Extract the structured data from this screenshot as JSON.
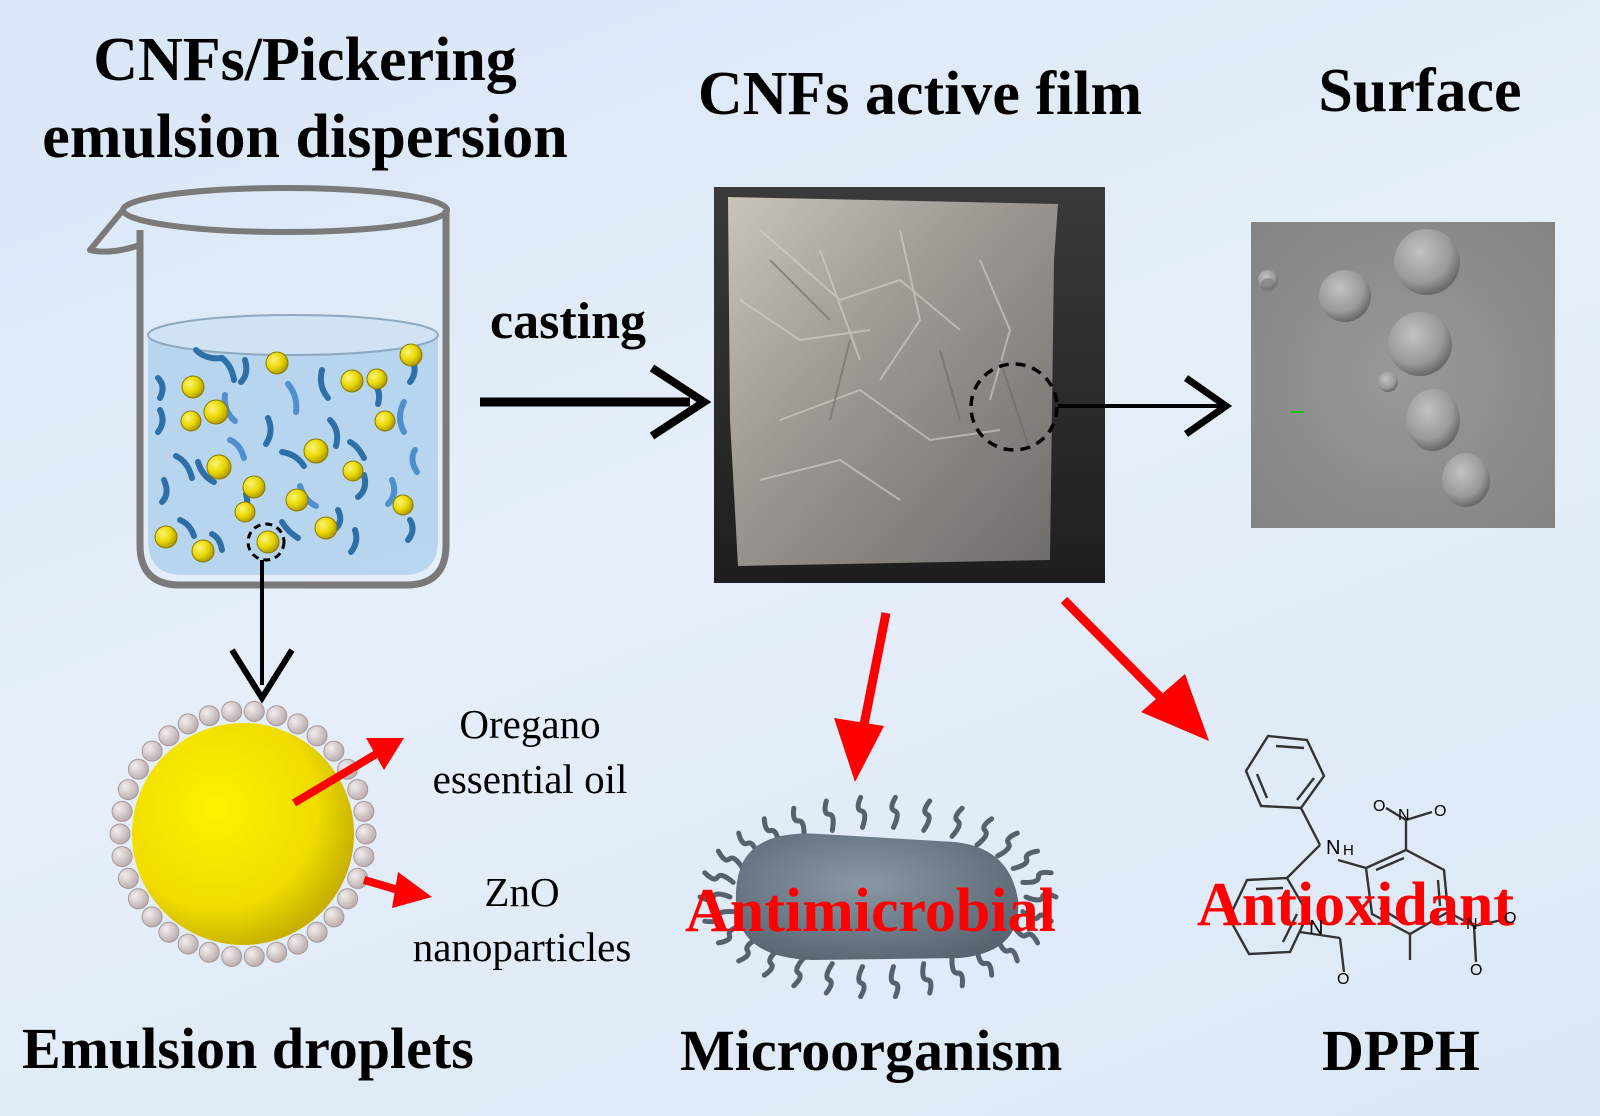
{
  "labels": {
    "dispersion_title": "CNFs/Pickering\nemulsion dispersion",
    "film_title": "CNFs active film",
    "surface_title": "Surface",
    "casting": "casting",
    "oregano": "Oregano\nessential oil",
    "zno": "ZnO\nnanoparticles",
    "emulsion_droplets": "Emulsion droplets",
    "antimicrobial": "Antimicrobial",
    "antioxidant": "Antioxidant",
    "microorganism": "Microorganism",
    "dpph": "DPPH",
    "nitro_1": "N",
    "nitro_2": "N",
    "amine_n": "N",
    "amine_h": "H",
    "radical_n": "N",
    "o_a": "O",
    "o_b": "O",
    "o_c": "O",
    "o_d": "O",
    "o_e": "O"
  },
  "colors": {
    "beaker_outline": "#777777",
    "liquid": "#b5d4ee",
    "fiber_dark": "#2f6fa8",
    "fiber_light": "#4f8fd0",
    "droplet_yellow": "#e6d600",
    "shell_particle": "#d4c7c7",
    "arrow_black": "#000000",
    "arrow_red": "#ff0000",
    "microbe_body": "#6b7986",
    "sem_background": "#8e8e8e"
  },
  "icons": {
    "beaker": "beaker-icon",
    "droplet": "pickering-droplet-icon",
    "microbe": "bacterium-icon",
    "molecule": "dpph-molecule-icon"
  }
}
